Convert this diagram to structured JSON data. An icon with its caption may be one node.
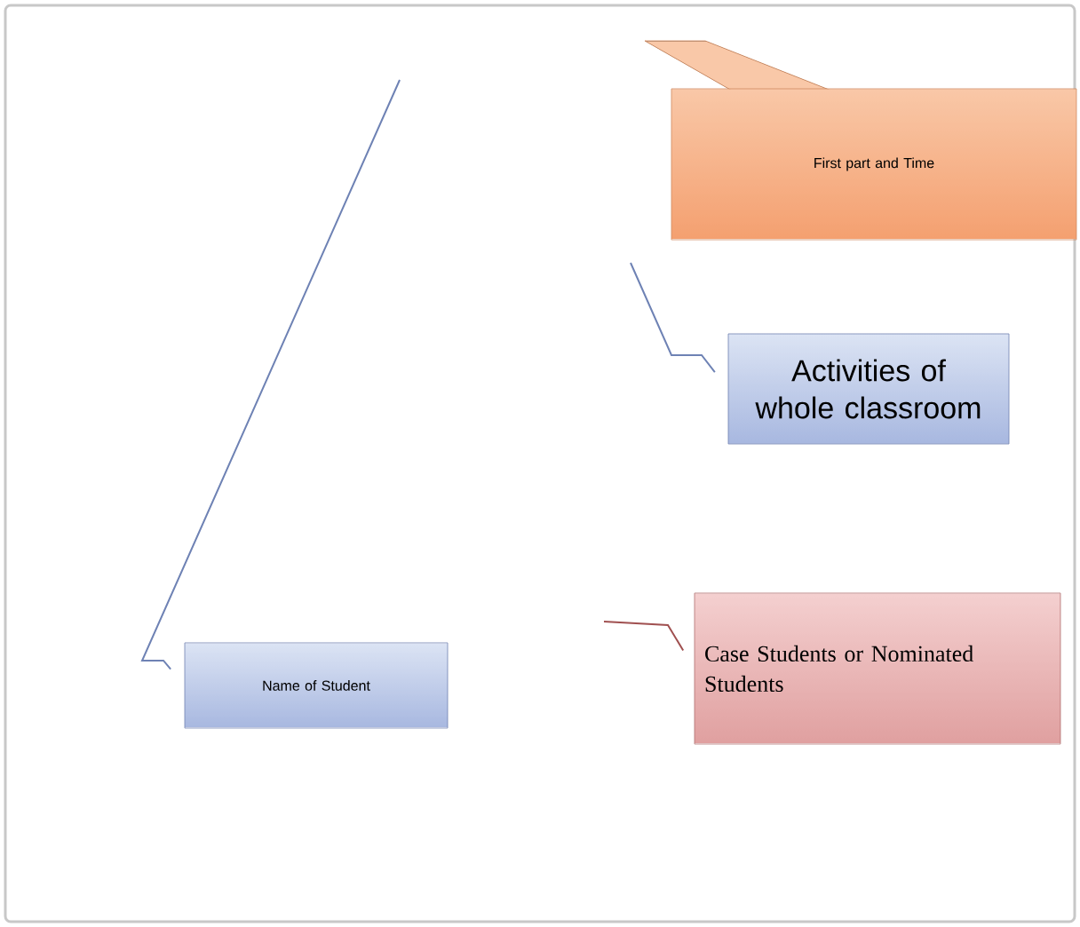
{
  "diagram": {
    "nodes": [
      {
        "text": [
          "First part and Time"
        ]
      },
      {
        "text": [
          "Activities of whole classroom"
        ]
      },
      {
        "text": [
          "Name of Student"
        ]
      },
      {
        "text": [
          "Case Students or Nominated Students"
        ]
      }
    ],
    "edges": [
      {
        "from": 2,
        "to": null,
        "arrow": "none"
      },
      {
        "from": 1,
        "to": null,
        "arrow": "none"
      },
      {
        "from": 3,
        "to": null,
        "arrow": "none",
        "color": "#a05050"
      }
    ]
  }
}
